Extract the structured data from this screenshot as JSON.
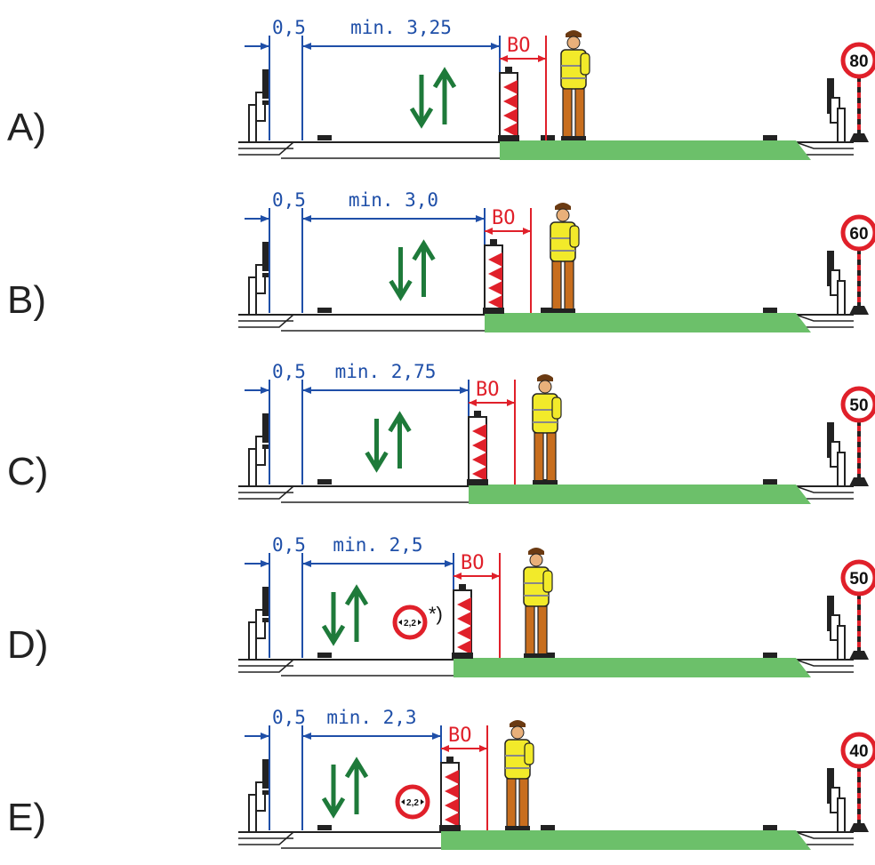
{
  "rows": [
    {
      "label": "A)",
      "dim_left": "0,5",
      "dim_lane": "min. 3,25",
      "dim_bo": "BO",
      "speed": "80",
      "lane_sign": "",
      "lane_sign_note": ""
    },
    {
      "label": "B)",
      "dim_left": "0,5",
      "dim_lane": "min. 3,0",
      "dim_bo": "BO",
      "speed": "60",
      "lane_sign": "",
      "lane_sign_note": ""
    },
    {
      "label": "C)",
      "dim_left": "0,5",
      "dim_lane": "min. 2,75",
      "dim_bo": "BO",
      "speed": "50",
      "lane_sign": "",
      "lane_sign_note": ""
    },
    {
      "label": "D)",
      "dim_left": "0,5",
      "dim_lane": "min. 2,5",
      "dim_bo": "BO",
      "speed": "50",
      "lane_sign": "2,2",
      "lane_sign_note": "*)"
    },
    {
      "label": "E)",
      "dim_left": "0,5",
      "dim_lane": "min. 2,3",
      "dim_bo": "BO",
      "speed": "40",
      "lane_sign": "2,2",
      "lane_sign_note": ""
    }
  ],
  "colors": {
    "dimension_blue": "#1f4fa8",
    "bo_red": "#e0202a",
    "arrow_green": "#1e7a3a",
    "worksite_green": "#6cc06a",
    "vest_yellow": "#f2ea2a",
    "worker_orange": "#c86e1e",
    "sign_red": "#e0202a"
  }
}
